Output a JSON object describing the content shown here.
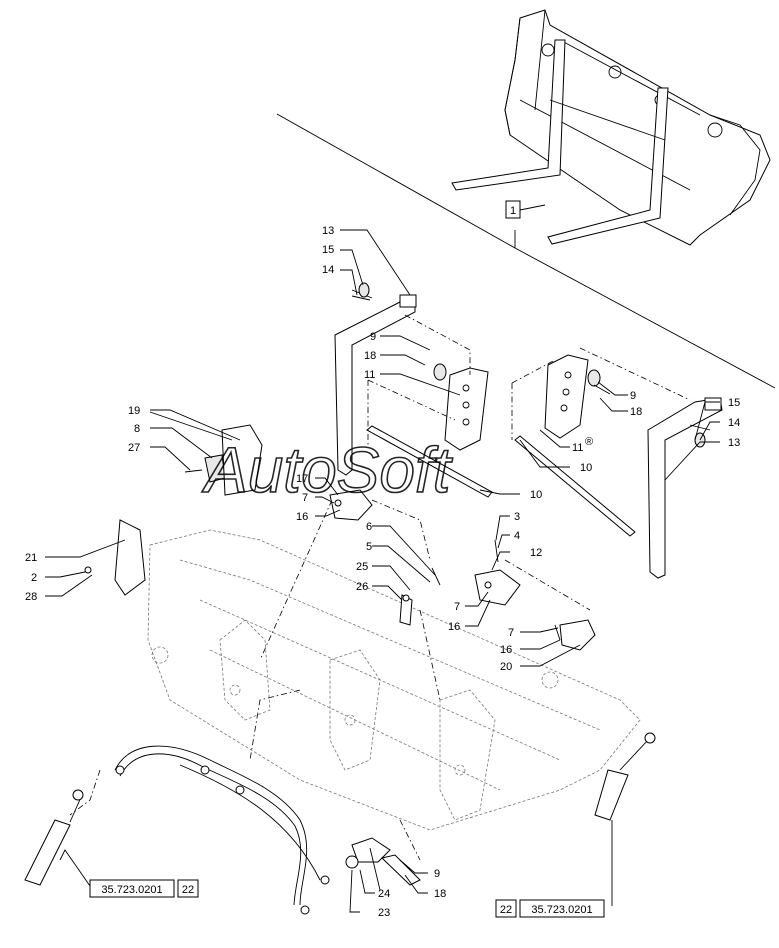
{
  "watermark": {
    "text": "AutoSoft",
    "registered": "®"
  },
  "callouts": [
    {
      "id": "c1",
      "label": "1",
      "boxed": true
    },
    {
      "id": "c13a",
      "label": "13"
    },
    {
      "id": "c15a",
      "label": "15"
    },
    {
      "id": "c14a",
      "label": "14"
    },
    {
      "id": "c9a",
      "label": "9"
    },
    {
      "id": "c18a",
      "label": "18"
    },
    {
      "id": "c11a",
      "label": "11"
    },
    {
      "id": "c9b",
      "label": "9"
    },
    {
      "id": "c18b",
      "label": "18"
    },
    {
      "id": "c15b",
      "label": "15"
    },
    {
      "id": "c14b",
      "label": "14"
    },
    {
      "id": "c13b",
      "label": "13"
    },
    {
      "id": "c11b",
      "label": "11"
    },
    {
      "id": "c10a",
      "label": "10"
    },
    {
      "id": "c10b",
      "label": "10"
    },
    {
      "id": "c19",
      "label": "19"
    },
    {
      "id": "c8",
      "label": "8"
    },
    {
      "id": "c27",
      "label": "27"
    },
    {
      "id": "c17",
      "label": "17"
    },
    {
      "id": "c7a",
      "label": "7"
    },
    {
      "id": "c16a",
      "label": "16"
    },
    {
      "id": "c3",
      "label": "3"
    },
    {
      "id": "c4",
      "label": "4"
    },
    {
      "id": "c12",
      "label": "12"
    },
    {
      "id": "c6",
      "label": "6"
    },
    {
      "id": "c5",
      "label": "5"
    },
    {
      "id": "c25",
      "label": "25"
    },
    {
      "id": "c26",
      "label": "26"
    },
    {
      "id": "c7b",
      "label": "7"
    },
    {
      "id": "c16b",
      "label": "16"
    },
    {
      "id": "c7c",
      "label": "7"
    },
    {
      "id": "c16c",
      "label": "16"
    },
    {
      "id": "c20",
      "label": "20"
    },
    {
      "id": "c21",
      "label": "21"
    },
    {
      "id": "c2",
      "label": "2"
    },
    {
      "id": "c28",
      "label": "28"
    },
    {
      "id": "c9c",
      "label": "9"
    },
    {
      "id": "c24",
      "label": "24"
    },
    {
      "id": "c18c",
      "label": "18"
    },
    {
      "id": "c23",
      "label": "23"
    }
  ],
  "references": [
    {
      "id": "refL",
      "code": "35.723.0201",
      "page": "22"
    },
    {
      "id": "refR",
      "code": "35.723.0201",
      "page": "22"
    }
  ]
}
